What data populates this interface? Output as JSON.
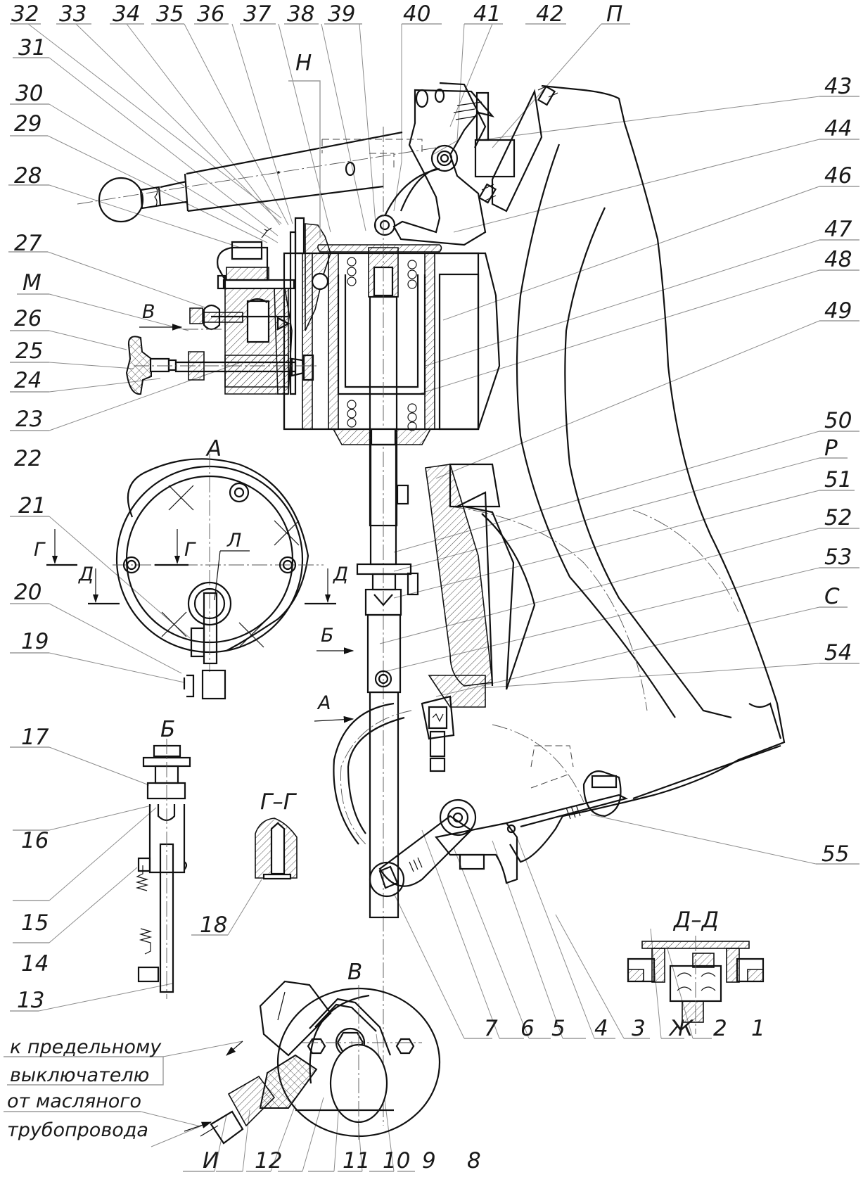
{
  "drawing": {
    "type": "mechanical assembly drawing",
    "colors": {
      "line": "#111111",
      "leader": "#8c8c8c",
      "background": "#ffffff"
    }
  },
  "callouts_top": [
    "32",
    "33",
    "34",
    "35",
    "36",
    "37",
    "38",
    "39",
    "40",
    "41",
    "42",
    "П"
  ],
  "callouts_left": [
    "31",
    "30",
    "29",
    "28",
    "27",
    "М",
    "26",
    "25",
    "24",
    "23",
    "22",
    "21",
    "20",
    "19",
    "17",
    "16",
    "15",
    "14",
    "13"
  ],
  "callouts_right": [
    "43",
    "44",
    "46",
    "47",
    "48",
    "49",
    "50",
    "Р",
    "51",
    "52",
    "53",
    "С",
    "54",
    "55"
  ],
  "callouts_bottom": [
    "И",
    "12",
    "11",
    "10",
    "9",
    "8",
    "7",
    "6",
    "5",
    "4",
    "3",
    "Ж",
    "2",
    "1"
  ],
  "callouts_misc": {
    "item18": "18",
    "view_H": "Н",
    "item_L": "Л"
  },
  "view_labels": {
    "view_A": "А",
    "view_B": "Б",
    "view_V": "В",
    "section_GG": "Г–Г",
    "section_DD": "Д–Д",
    "arrow_A": "А",
    "arrow_B": "Б",
    "arrow_V": "В",
    "cut_G": "Г",
    "cut_D": "Д"
  },
  "notes": {
    "to_limit_switch_line1": "к предельному",
    "to_limit_switch_line2": "выключателю",
    "from_oil_line1": "от масляного",
    "from_oil_line2": "трубопровода"
  }
}
